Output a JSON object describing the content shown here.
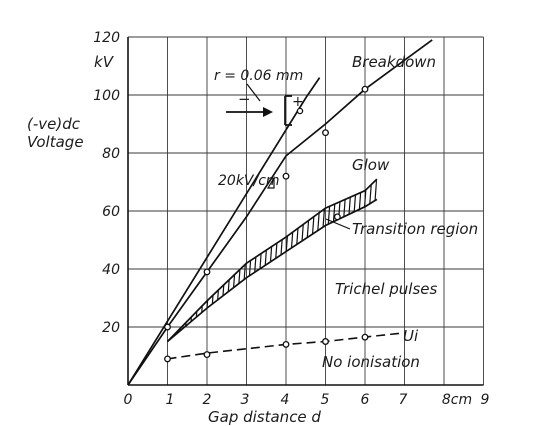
{
  "chart_data": {
    "type": "line",
    "title": "",
    "xlabel": "Gap distance d",
    "ylabel": [
      "(-ve)dc",
      "Voltage"
    ],
    "y_unit": "kV",
    "x_unit_label": "8cm",
    "xlim": [
      0,
      9
    ],
    "ylim": [
      0,
      120
    ],
    "x_ticks": [
      "0",
      "1",
      "2",
      "3",
      "4",
      "5",
      "6",
      "7",
      "8cm",
      "9"
    ],
    "y_ticks": [
      "20",
      "40",
      "60",
      "80",
      "100",
      "120"
    ],
    "grid": true,
    "series": [
      {
        "name": "Breakdown",
        "points": [
          [
            0,
            0
          ],
          [
            1,
            20
          ],
          [
            2,
            39
          ],
          [
            3,
            58
          ],
          [
            4,
            79
          ],
          [
            5,
            90
          ],
          [
            6,
            102
          ],
          [
            7,
            112
          ],
          [
            7.7,
            119
          ]
        ]
      },
      {
        "name": "20kV/cm tangent",
        "points": [
          [
            0,
            0
          ],
          [
            4.5,
            99
          ],
          [
            4.85,
            106
          ]
        ]
      },
      {
        "name": "Glow",
        "points": [
          [
            1,
            15
          ],
          [
            2,
            29
          ],
          [
            3,
            42
          ],
          [
            4,
            51
          ],
          [
            5,
            61
          ],
          [
            6,
            67
          ],
          [
            6.3,
            71
          ]
        ]
      },
      {
        "name": "Transition region lower",
        "points": [
          [
            1,
            15
          ],
          [
            2,
            26.5
          ],
          [
            3,
            37
          ],
          [
            4,
            46
          ],
          [
            5,
            55
          ],
          [
            6,
            61.5
          ],
          [
            6.3,
            64
          ]
        ]
      },
      {
        "name": "Ui",
        "points": [
          [
            1,
            9
          ],
          [
            2,
            11
          ],
          [
            4,
            14
          ],
          [
            5,
            15
          ],
          [
            6,
            16.5
          ],
          [
            7,
            18
          ]
        ]
      }
    ],
    "markers": {
      "Breakdown": [
        [
          1,
          20
        ],
        [
          2,
          39
        ],
        [
          6,
          102
        ]
      ],
      "Glow": [
        [
          4,
          72
        ],
        [
          5,
          87
        ],
        [
          5.3,
          58
        ]
      ],
      "Ui": [
        [
          1,
          9
        ],
        [
          2,
          10.5
        ],
        [
          4,
          14
        ],
        [
          5,
          15
        ],
        [
          6,
          16.5
        ]
      ]
    },
    "annotations": {
      "breakdown": "Breakdown",
      "glow": "Glow",
      "transition": "Transition region",
      "trichel": "Trichel pulses",
      "ui": "Ui",
      "no_ion": "No ionisation",
      "gradient": "20kV/cm",
      "radius": "r = 0.06 mm",
      "minus": "−",
      "plus": "+"
    }
  }
}
